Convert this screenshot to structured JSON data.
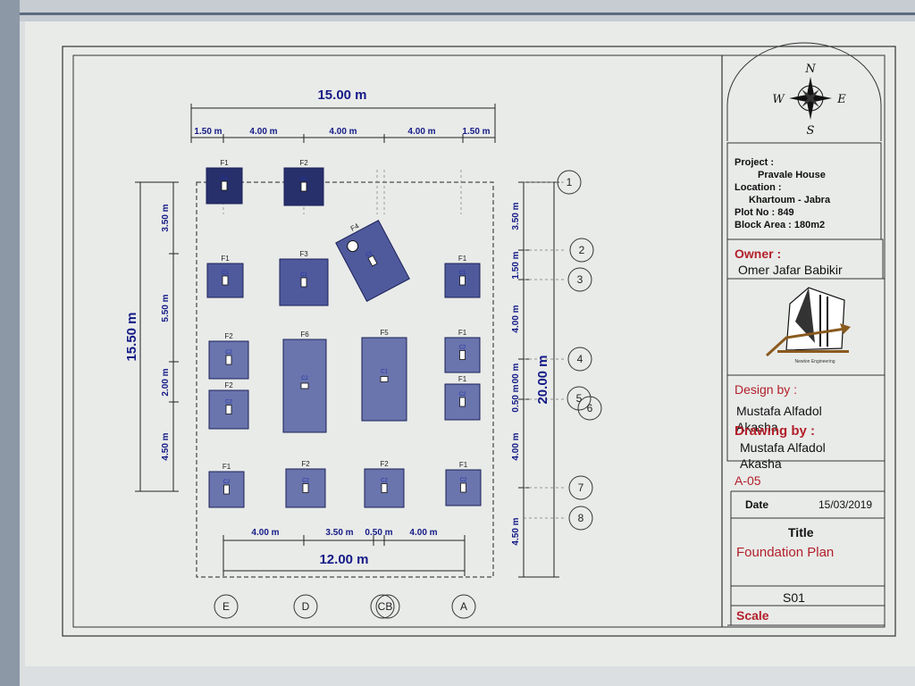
{
  "drawing": {
    "overall_width_label": "15.00 m",
    "top_dims": [
      "1.50 m",
      "4.00 m",
      "4.00 m",
      "4.00 m",
      "1.50 m"
    ],
    "overall_height_label": "15.50 m",
    "left_dims": [
      "3.50 m",
      "5.50 m",
      "2.00 m",
      "4.50 m"
    ],
    "right_dims": [
      "3.50 m",
      "1.50 m",
      "4.00 m",
      "0.50 m",
      "00 m",
      "4.00 m",
      "4.50 m"
    ],
    "right_total_label": "20.00 m",
    "bottom_dims": [
      "4.00 m",
      "3.50 m",
      "0.50 m",
      "4.00 m"
    ],
    "bottom_total_label": "12.00 m",
    "grid_rows": [
      "1",
      "2",
      "3",
      "4",
      "5",
      "6",
      "7",
      "8"
    ],
    "grid_cols": [
      "E",
      "D",
      "CB",
      "A"
    ],
    "footings": [
      {
        "tag": "F1",
        "col": "C1"
      },
      {
        "tag": "F2",
        "col": "C1"
      },
      {
        "tag": "F4",
        "col": "C1"
      },
      {
        "tag": "F1",
        "col": "C1"
      },
      {
        "tag": "F3",
        "col": "C1"
      },
      {
        "tag": "F1",
        "col": "C1"
      },
      {
        "tag": "F2",
        "col": "C2"
      },
      {
        "tag": "F6",
        "col": "C2"
      },
      {
        "tag": "F5",
        "col": "C1"
      },
      {
        "tag": "F1",
        "col": "C2"
      },
      {
        "tag": "F2",
        "col": "C2"
      },
      {
        "tag": "F1",
        "col": "C2"
      },
      {
        "tag": "F1",
        "col": "C2"
      },
      {
        "tag": "F2",
        "col": "C2"
      },
      {
        "tag": "F2",
        "col": "C2"
      },
      {
        "tag": "F1",
        "col": "C2"
      }
    ]
  },
  "title_block": {
    "compass": {
      "n": "N",
      "s": "S",
      "e": "E",
      "w": "W"
    },
    "project_label": "Project :",
    "project_name": "Pravale House",
    "location_label": "Location :",
    "location_value": "Khartoum - Jabra",
    "plot_no": "Plot No : 849",
    "block_area": "Block Area : 180m2",
    "owner_label": "Owner :",
    "owner_name": "Omer Jafar Babikir",
    "logo_text": "Newton Engineering",
    "design_label": "Design by :",
    "designer_line1": "Mustafa Alfadol",
    "designer_line2": "Akasha",
    "drawing_label": "Drawing by :",
    "drawer_line1": "Mustafa Alfadol",
    "drawer_line2": "Akasha",
    "sheet_code": "A-05",
    "date_label": "Date",
    "date_value": "15/03/2019",
    "title_label": "Title",
    "title_value": "Foundation Plan",
    "sheet_no": "S01",
    "scale_label": "Scale"
  },
  "colors": {
    "footing_fill": "#4f5a9c",
    "footing_dark": "#27306b",
    "dim_text": "#141a86",
    "red_text": "#b3202a"
  }
}
